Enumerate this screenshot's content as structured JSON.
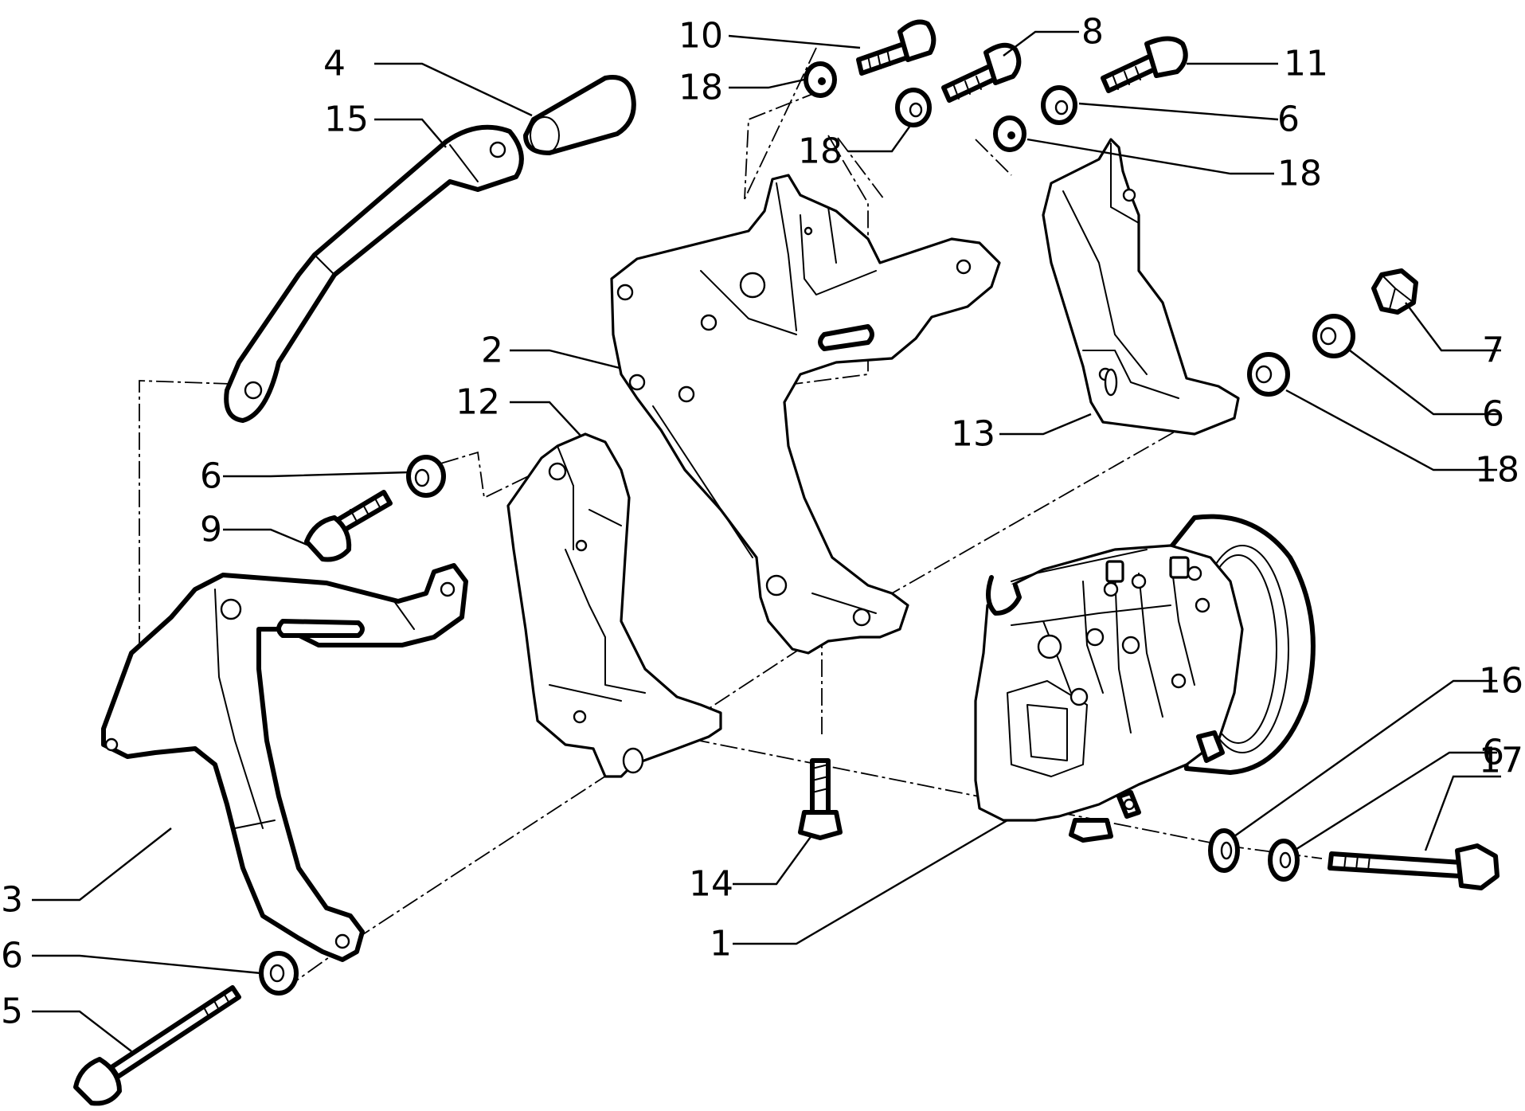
{
  "callouts": [
    {
      "id": "c4",
      "text": "4"
    },
    {
      "id": "c15",
      "text": "15"
    },
    {
      "id": "c10",
      "text": "10"
    },
    {
      "id": "c18a",
      "text": "18"
    },
    {
      "id": "c8",
      "text": "8"
    },
    {
      "id": "c18b",
      "text": "18"
    },
    {
      "id": "c11",
      "text": "11"
    },
    {
      "id": "c6a",
      "text": "6"
    },
    {
      "id": "c18c",
      "text": "18"
    },
    {
      "id": "c7",
      "text": "7"
    },
    {
      "id": "c6b",
      "text": "6"
    },
    {
      "id": "c18d",
      "text": "18"
    },
    {
      "id": "c2",
      "text": "2"
    },
    {
      "id": "c12",
      "text": "12"
    },
    {
      "id": "c13",
      "text": "13"
    },
    {
      "id": "c6c",
      "text": "6"
    },
    {
      "id": "c9",
      "text": "9"
    },
    {
      "id": "c16",
      "text": "16"
    },
    {
      "id": "c6d",
      "text": "6"
    },
    {
      "id": "c17",
      "text": "17"
    },
    {
      "id": "c14",
      "text": "14"
    },
    {
      "id": "c1",
      "text": "1"
    },
    {
      "id": "c3",
      "text": "3"
    },
    {
      "id": "c6e",
      "text": "6"
    },
    {
      "id": "c5",
      "text": "5"
    }
  ]
}
